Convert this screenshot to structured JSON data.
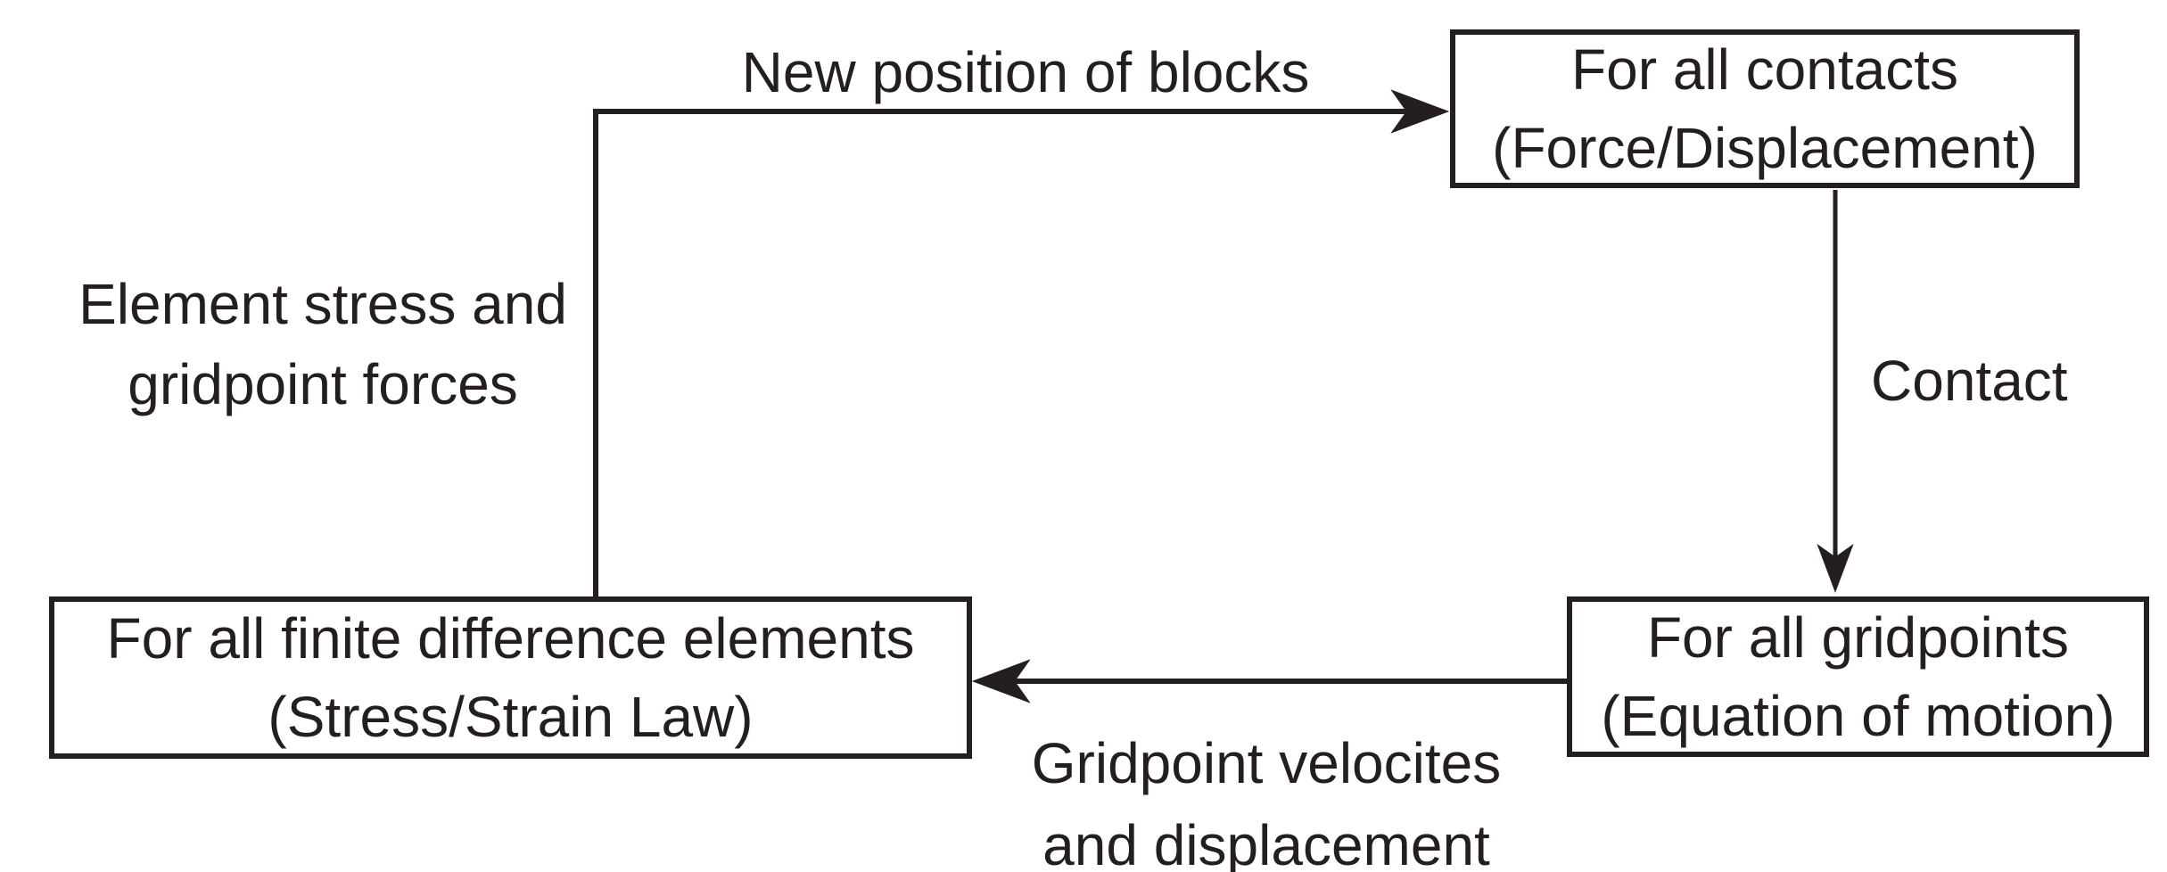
{
  "canvas": {
    "background_color": "#ffffff",
    "ink_color": "#241e1e"
  },
  "nodes": [
    {
      "id": "contacts",
      "line1": "For all contacts",
      "line2": "(Force/Displacement)"
    },
    {
      "id": "gridpoints",
      "line1": "For all gridpoints",
      "line2": "(Equation of motion)"
    },
    {
      "id": "finite-difference-elements",
      "line1": "For all finite difference elements",
      "line2": "(Stress/Strain Law)"
    }
  ],
  "edge_labels": [
    {
      "id": "new-position-of-blocks",
      "lines": [
        "New position of blocks"
      ]
    },
    {
      "id": "contact",
      "lines": [
        "Contact"
      ]
    },
    {
      "id": "gridpoint-velocities",
      "lines": [
        "Gridpoint velocites",
        "and displacement"
      ]
    },
    {
      "id": "element-stress",
      "lines": [
        "Element stress and",
        "gridpoint forces"
      ]
    }
  ]
}
